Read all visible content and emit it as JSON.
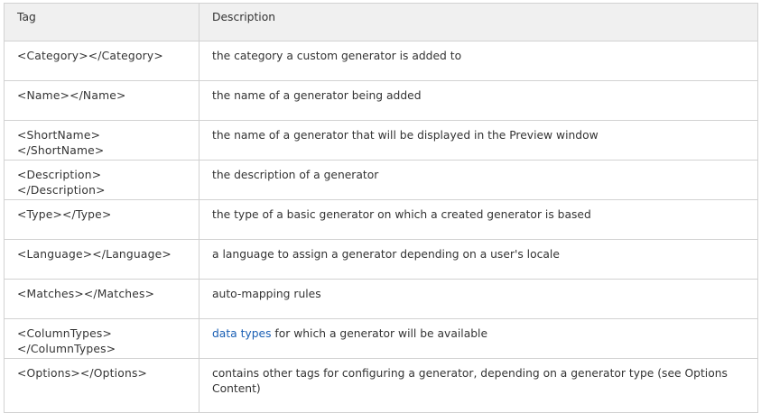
{
  "table": {
    "headers": {
      "tag": "Tag",
      "description": "Description"
    },
    "rows": [
      {
        "tag": "<Category></Category>",
        "description": "the category a custom generator is added to"
      },
      {
        "tag": "<Name></Name>",
        "description": "the name of a generator being added"
      },
      {
        "tag": "<ShortName></ShortName>",
        "description": "the name of a generator that will be displayed in the Preview window"
      },
      {
        "tag": "<Description></Description>",
        "description": "the description of a generator"
      },
      {
        "tag": "<Type></Type>",
        "description": "the type of a basic generator on which a created generator is based"
      },
      {
        "tag": "<Language></Language>",
        "description": "a language to assign a generator depending on a user's locale"
      },
      {
        "tag": "<Matches></Matches>",
        "description": "auto-mapping rules"
      },
      {
        "tag": "<ColumnTypes></ColumnTypes>",
        "description_link": "data types",
        "description_rest": " for which a generator will be available"
      },
      {
        "tag": "<Options></Options>",
        "description": "contains other tags for configuring a generator, depending on a generator type (see Options Content)"
      }
    ]
  },
  "colors": {
    "header_bg": "#f0f0f0",
    "border": "#d2d2d2",
    "text": "#333333",
    "link": "#1a5fb4"
  }
}
